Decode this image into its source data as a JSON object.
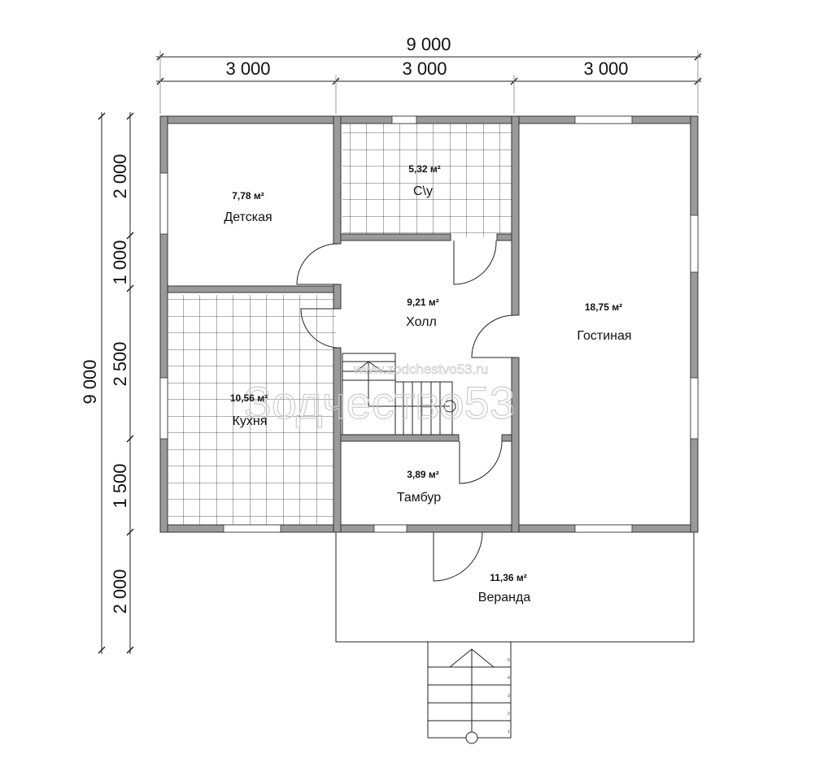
{
  "dimensions": {
    "total_width": "9 000",
    "segments_top": [
      "3 000",
      "3 000",
      "3 000"
    ],
    "total_height": "9 000",
    "segments_left": [
      "2 000",
      "1 000",
      "2 500",
      "1 500",
      "2 000"
    ]
  },
  "rooms": [
    {
      "name": "Детская",
      "area": "7,78 м²"
    },
    {
      "name": "С\\у",
      "area": "5,32 м²"
    },
    {
      "name": "Гостиная",
      "area": "18,75 м²"
    },
    {
      "name": "Холл",
      "area": "9,21 м²"
    },
    {
      "name": "Кухня",
      "area": "10,56 м²"
    },
    {
      "name": "Тамбур",
      "area": "3,89 м²"
    },
    {
      "name": "Веранда",
      "area": "11,36 м²"
    }
  ],
  "porch_steps": [
    "5",
    "4",
    "3",
    "2",
    "1"
  ],
  "watermark": {
    "brand": "Зодчество53",
    "url": "www.zodchestvo53.ru"
  },
  "colors": {
    "wall": "#9a9a9a",
    "line": "#222222"
  }
}
